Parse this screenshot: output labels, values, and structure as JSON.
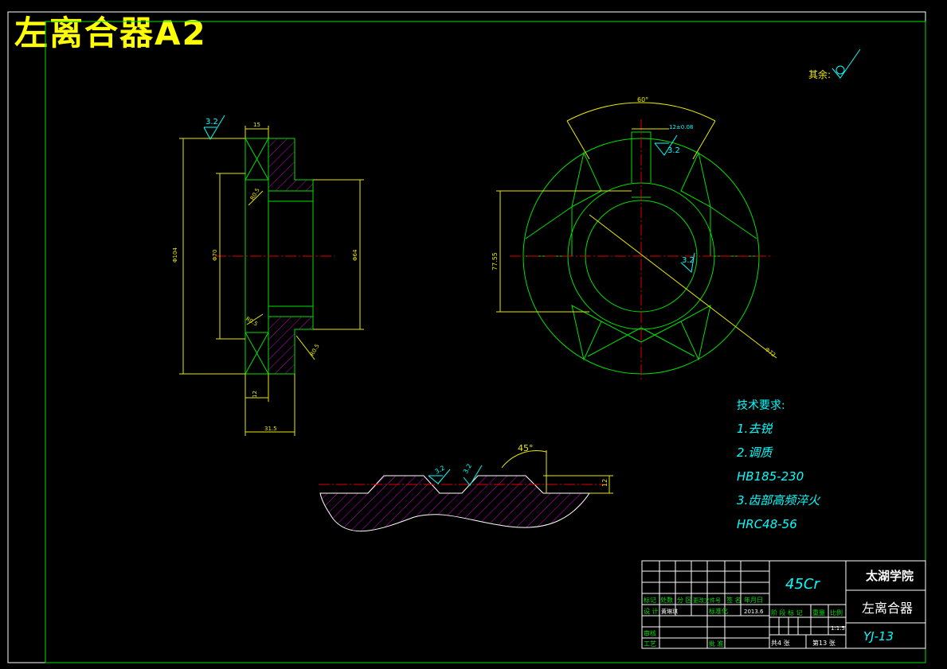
{
  "drawing": {
    "title": "左离合器A2",
    "roughness_note": {
      "label": "其余:"
    },
    "section_view": {
      "dims": {
        "d104": "Φ104",
        "d70": "Φ70",
        "d64": "Φ64",
        "top_width": "15",
        "bottom_width": "12",
        "overall_width": "31.5",
        "chamfer_a": "R0.5",
        "chamfer_b": "R0.5",
        "chamfer_c": "R0.5"
      },
      "roughness": "3.2"
    },
    "end_view": {
      "angle": "60°",
      "keyway_dim": "12±0.08",
      "roughness_top": "3.2",
      "roughness_center": "3.2",
      "height_dim": "77.55",
      "diameter": "Φ72"
    },
    "tooth_profile": {
      "angle": "45°",
      "height": "12",
      "roughness_a": "3.2",
      "roughness_b": "3.2"
    },
    "tech_requirements": {
      "heading": "技术要求:",
      "lines": [
        "1.去锐",
        "2.调质",
        "HB185-230",
        "3.齿部高频淬火",
        "HRC48-56"
      ]
    },
    "title_block": {
      "material": "45Cr",
      "school": "太湖学院",
      "part_name": "左离合器",
      "drawing_no": "YJ-13",
      "headers": [
        "标记",
        "处数",
        "分 区",
        "更改文件号",
        "签 名",
        "年月日"
      ],
      "row_design": [
        "设 计",
        "黄琳琪",
        "",
        "标准化",
        "",
        "2013.6"
      ],
      "row_check": "审核",
      "row_process": "工艺",
      "row_approve": "批 准",
      "stage_headers": [
        "阶 段 标 记",
        "重量",
        "比例"
      ],
      "scale": "1:1.5",
      "sheets_total": "共4 张",
      "sheet_no": "第13 张"
    }
  }
}
